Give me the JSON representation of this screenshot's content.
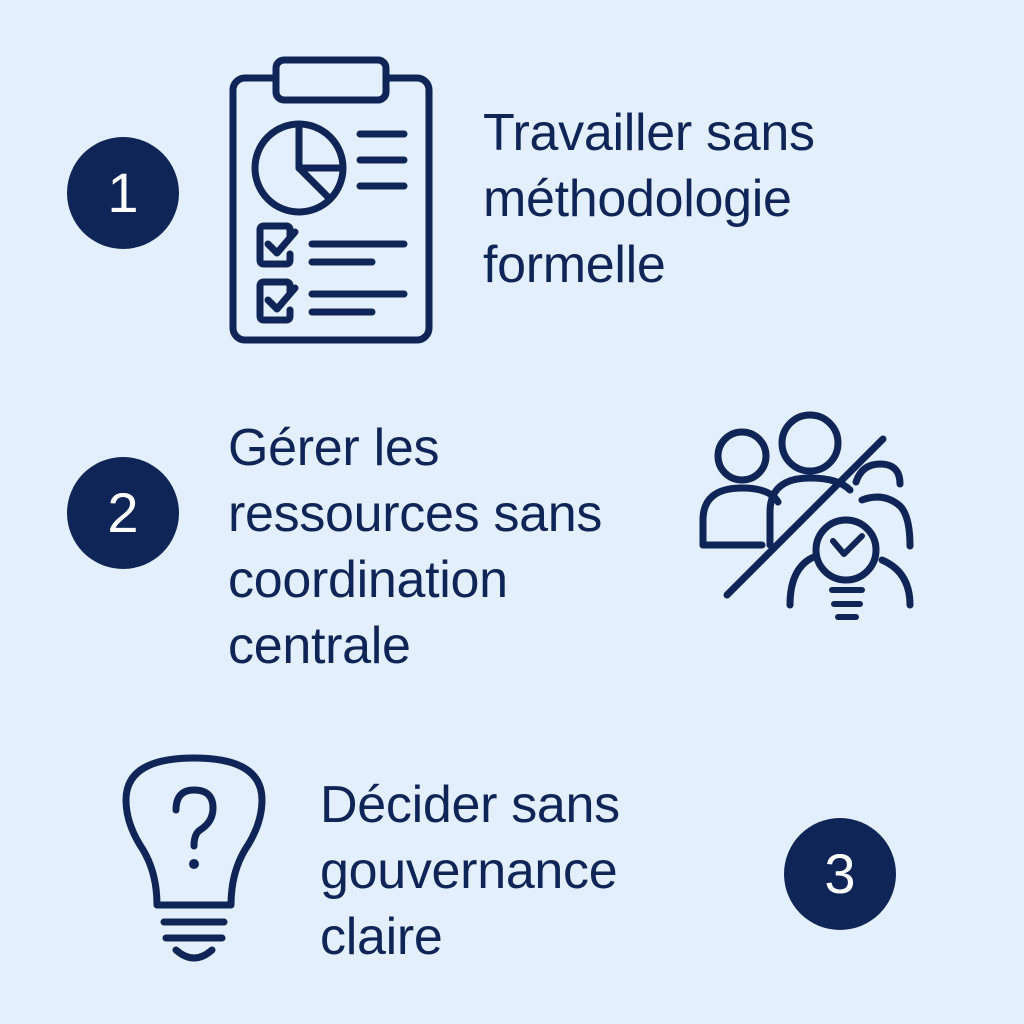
{
  "steps": [
    {
      "number": "1",
      "lines": [
        "Travailler sans",
        "méthodologie",
        "formelle"
      ],
      "icon": "clipboard-report-icon"
    },
    {
      "number": "2",
      "lines": [
        "Gérer les",
        "ressources sans",
        "coordination",
        "centrale"
      ],
      "icon": "people-crossed-idea-icon"
    },
    {
      "number": "3",
      "lines": [
        "Décider sans",
        "gouvernance",
        "claire"
      ],
      "icon": "lightbulb-question-icon"
    }
  ],
  "colors": {
    "background": "#e3effc",
    "primary": "#0f2557",
    "number_text": "#ffffff"
  }
}
